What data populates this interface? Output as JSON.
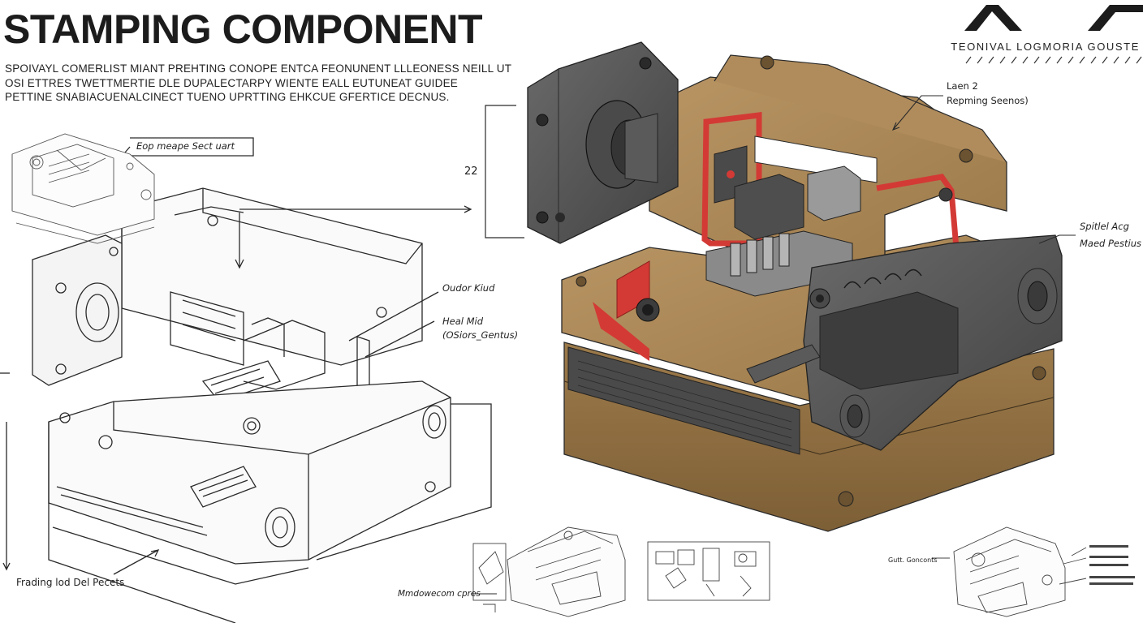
{
  "header": {
    "title": "STAMPING COMPONENT",
    "description_lines": [
      "SPOIVAYL COMERLIST MIANT PREHTING CONOPE ENTCA FEONUNENT LLLEONESS NEILL UT",
      "OSI ETTRES TWETTMERTIE DLE DUPALECTARPY WIENTE EALL EUTUNEAT GUIDEE",
      "PETTINE SNABIACUENALCINECT TUENO UPRTTING EHKCUE GFERTICE DECNUS."
    ]
  },
  "logo": {
    "text": "TEONIVAL LOGMORIA GOUSTE"
  },
  "annotations": {
    "exploded_top_label": "Eop meape Sect uart",
    "dimension_value": "22",
    "outer_label": "Oudor Kiud",
    "head_label_line1": "Heal Mid",
    "head_label_line2": "(OSiors_Gentus)",
    "bottom_label": "Frading lod Del Pecets",
    "top_right_label_line1": "Laen 2",
    "top_right_label_line2": "Repming Seenos)",
    "right_label_line1": "Spitlel Acg",
    "right_label_line2": "Maed Pestius",
    "thumbnail_caption": "Mmdowecom cpres",
    "small_caption": "Gutt. Gonconts"
  },
  "colors": {
    "bronze": "#a88556",
    "bronze_dark": "#8a6a3e",
    "gray": "#5c5c5c",
    "gray_dark": "#3e3e3e",
    "accent_red": "#d33a35",
    "ink": "#1c1c1c"
  },
  "icons": [
    "brand-chevron-icon-left",
    "brand-chevron-icon-right"
  ]
}
